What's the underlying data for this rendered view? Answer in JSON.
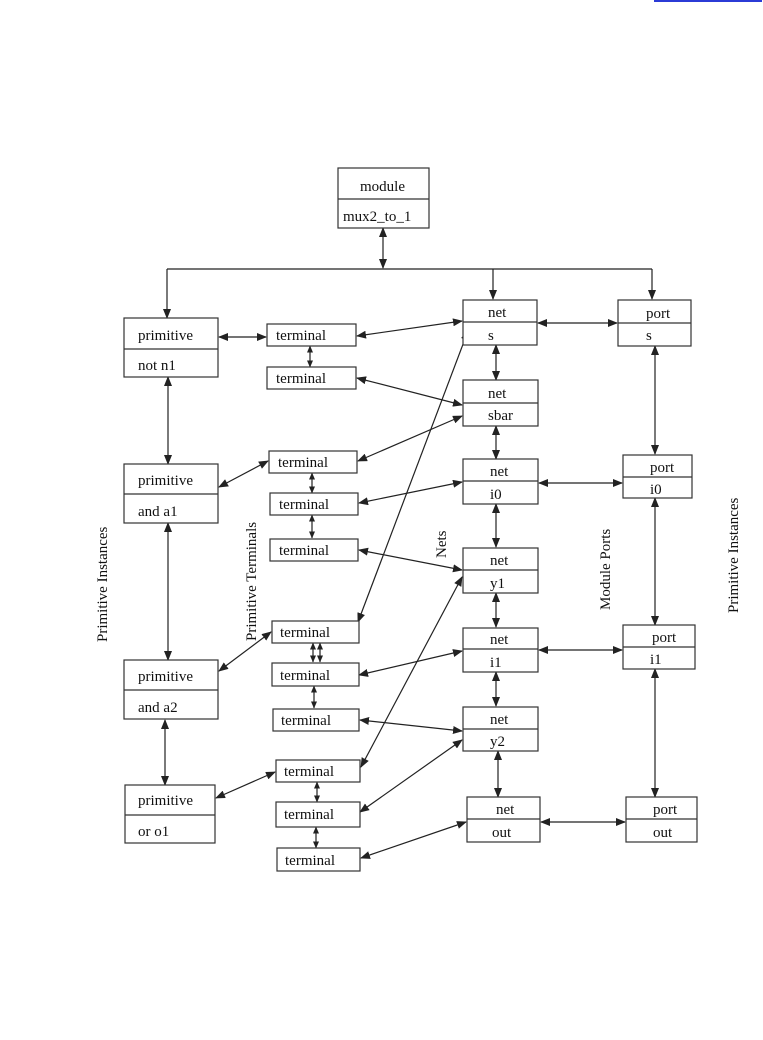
{
  "module": {
    "header": "module",
    "name": "mux2_to_1"
  },
  "primitives": [
    {
      "header": "primitive",
      "name": "not n1"
    },
    {
      "header": "primitive",
      "name": "and a1"
    },
    {
      "header": "primitive",
      "name": "and a2"
    },
    {
      "header": "primitive",
      "name": "or o1"
    }
  ],
  "terminal_label": "terminal",
  "nets": [
    {
      "header": "net",
      "name": "s"
    },
    {
      "header": "net",
      "name": "sbar"
    },
    {
      "header": "net",
      "name": "i0"
    },
    {
      "header": "net",
      "name": "y1"
    },
    {
      "header": "net",
      "name": "i1"
    },
    {
      "header": "net",
      "name": "y2"
    },
    {
      "header": "net",
      "name": "out"
    }
  ],
  "ports": [
    {
      "header": "port",
      "name": "s"
    },
    {
      "header": "port",
      "name": "i0"
    },
    {
      "header": "port",
      "name": "i1"
    },
    {
      "header": "port",
      "name": "out"
    }
  ],
  "side_labels": {
    "primitive_instances_left": "Primitive Instances",
    "primitive_terminals": "Primitive Terminals",
    "nets": "Nets",
    "module_ports": "Module Ports",
    "primitive_instances_right": "Primitive Instances"
  },
  "colors": {
    "line": "#222222",
    "box_border": "#333333",
    "link_bar": "#2b3bd6"
  }
}
